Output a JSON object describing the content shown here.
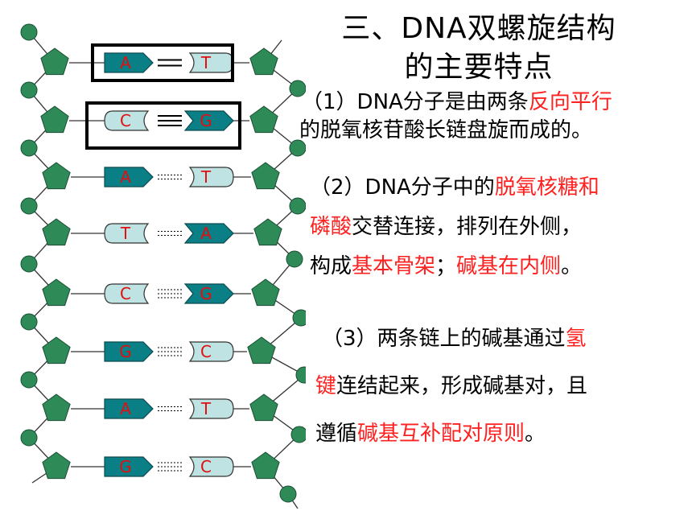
{
  "title": {
    "line1": "三、DNA双螺旋结构",
    "line2": "的主要特点"
  },
  "points": [
    {
      "lines": [
        [
          {
            "t": "（1）DNA分子是由两条",
            "r": false
          },
          {
            "t": "反向平行",
            "r": true
          }
        ],
        [
          {
            "t": "的脱氧核苷酸长链盘旋而成的。",
            "r": false
          }
        ]
      ]
    },
    {
      "lines": [
        [
          {
            "t": "（2）DNA分子中的",
            "r": false
          },
          {
            "t": "脱氧核糖和",
            "r": true
          }
        ],
        [
          {
            "t": "磷酸",
            "r": true
          },
          {
            "t": "交替连接，排列在外侧，",
            "r": false
          }
        ],
        [
          {
            "t": "构成",
            "r": false
          },
          {
            "t": "基本骨架",
            "r": true
          },
          {
            "t": "；",
            "r": false
          },
          {
            "t": "碱基在内侧",
            "r": true
          },
          {
            "t": "。",
            "r": false
          }
        ]
      ]
    },
    {
      "lines": [
        [
          {
            "t": "（3）两条链上的碱基通过",
            "r": false
          },
          {
            "t": "氢",
            "r": true
          }
        ],
        [
          {
            "t": "键",
            "r": true
          },
          {
            "t": "连结起来，形成碱基对，且",
            "r": false
          }
        ],
        [
          {
            "t": "遵循",
            "r": false
          },
          {
            "t": "碱基互补配对原则",
            "r": true
          },
          {
            "t": "。",
            "r": false
          }
        ]
      ]
    }
  ],
  "diagram": {
    "pairs": [
      {
        "left": "A",
        "right": "T",
        "bonds": 2,
        "boxed": true
      },
      {
        "left": "C",
        "right": "G",
        "bonds": 3,
        "boxed": true
      },
      {
        "left": "A",
        "right": "T",
        "bonds": 2,
        "boxed": false
      },
      {
        "left": "T",
        "right": "A",
        "bonds": 2,
        "boxed": false
      },
      {
        "left": "C",
        "right": "G",
        "bonds": 3,
        "boxed": false
      },
      {
        "left": "G",
        "right": "C",
        "bonds": 3,
        "boxed": false
      },
      {
        "left": "A",
        "right": "T",
        "bonds": 2,
        "boxed": false
      },
      {
        "left": "G",
        "right": "C",
        "bonds": 3,
        "boxed": false
      }
    ],
    "colors": {
      "sugar": "#2e8b57",
      "phosphate": "#2e8b57",
      "purine_fill": "#0a7f86",
      "pyrimidine_fill": "#bfe2e2",
      "base_letter": "#e01010",
      "backbone": "#333333"
    }
  }
}
